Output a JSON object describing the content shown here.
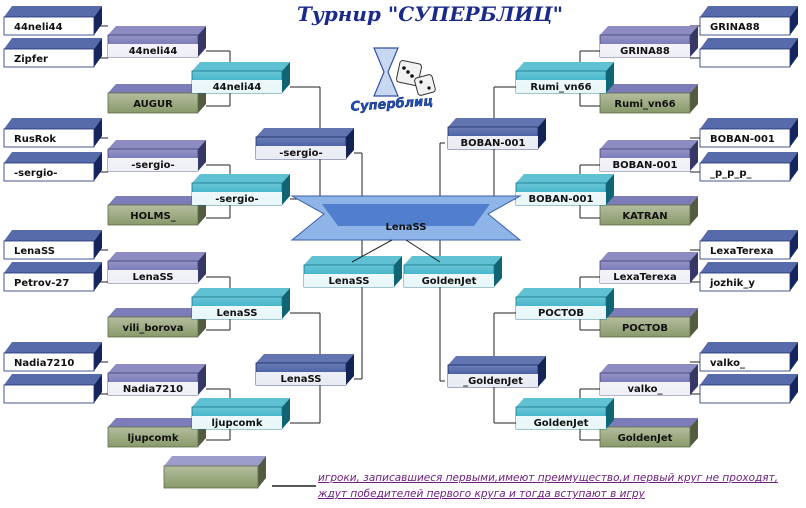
{
  "title": "Турнир \"СУПЕРБЛИЦ\"",
  "logo_text": "Суперблиц",
  "note_line1": "игроки, записавшиеся первыми,имеют преимущество,и первый круг не проходят,",
  "note_line2": "ждут победителей первого круга и тогда вступают в игру",
  "colors": {
    "navy": "#1f3a8f",
    "purple": "#5b5ba8",
    "teal": "#1aa6c0",
    "olive": "#8a9a6a",
    "line": "#222222",
    "note": "#6b1f7a"
  },
  "bracket": {
    "left": {
      "seeds": [
        "44neli44",
        "Zipfer",
        "RusRok",
        "-sergio-",
        "LenaSS",
        "Petrov-27",
        "Nadia7210",
        ""
      ],
      "round1": [
        "44neli44",
        "AUGUR",
        "-sergio-",
        "HOLMS_",
        "LenaSS",
        "vili_borova",
        "Nadia7210",
        "ljupcomk"
      ],
      "round2": [
        "44neli44",
        "-sergio-",
        "LenaSS",
        "ljupcomk"
      ],
      "round3": [
        "-sergio-",
        "LenaSS"
      ],
      "semifinal": "LenaSS"
    },
    "right": {
      "seeds": [
        "GRINA88",
        "",
        "BOBAN-001",
        "_p_p_p_",
        "LexaTerexa",
        "jozhik_y",
        "valko_",
        ""
      ],
      "round1": [
        "GRINA88",
        "Rumi_vn66",
        "BOBAN-001",
        "KATRAN",
        "LexaTerexa",
        "РОСТОВ",
        "valko_",
        "GoldenJet"
      ],
      "round2": [
        "Rumi_vn66",
        "BOBAN-001",
        "РОСТОВ",
        "GoldenJet"
      ],
      "round3": [
        "BOBAN-001",
        "_GoldenJet"
      ],
      "semifinal": "GoldenJet"
    },
    "champion": "LenaSS",
    "extra_box": ""
  }
}
